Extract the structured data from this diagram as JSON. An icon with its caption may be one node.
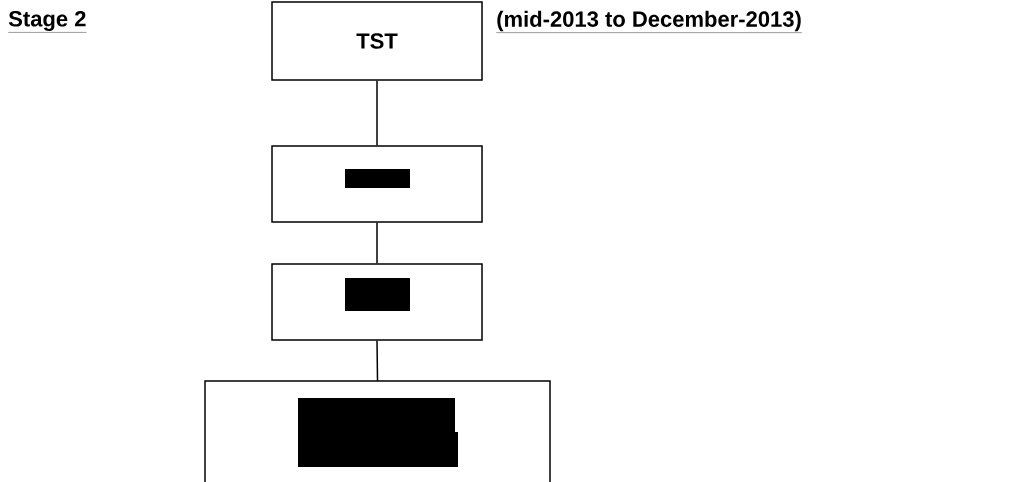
{
  "diagram": {
    "nodes": [
      {
        "text": [
          "TST"
        ]
      },
      {
        "text": [],
        "shape": "box"
      },
      {
        "text": [],
        "shape": "box"
      },
      {
        "text": [],
        "shape": "box"
      }
    ],
    "edges": [
      {
        "from": 0,
        "to": 1,
        "arrow": "none"
      },
      {
        "from": 1,
        "to": 2,
        "arrow": "none"
      },
      {
        "from": 2,
        "to": 3,
        "arrow": "none"
      }
    ],
    "labels": [
      "Stage 2",
      "(mid-2013 to December-2013)"
    ]
  }
}
